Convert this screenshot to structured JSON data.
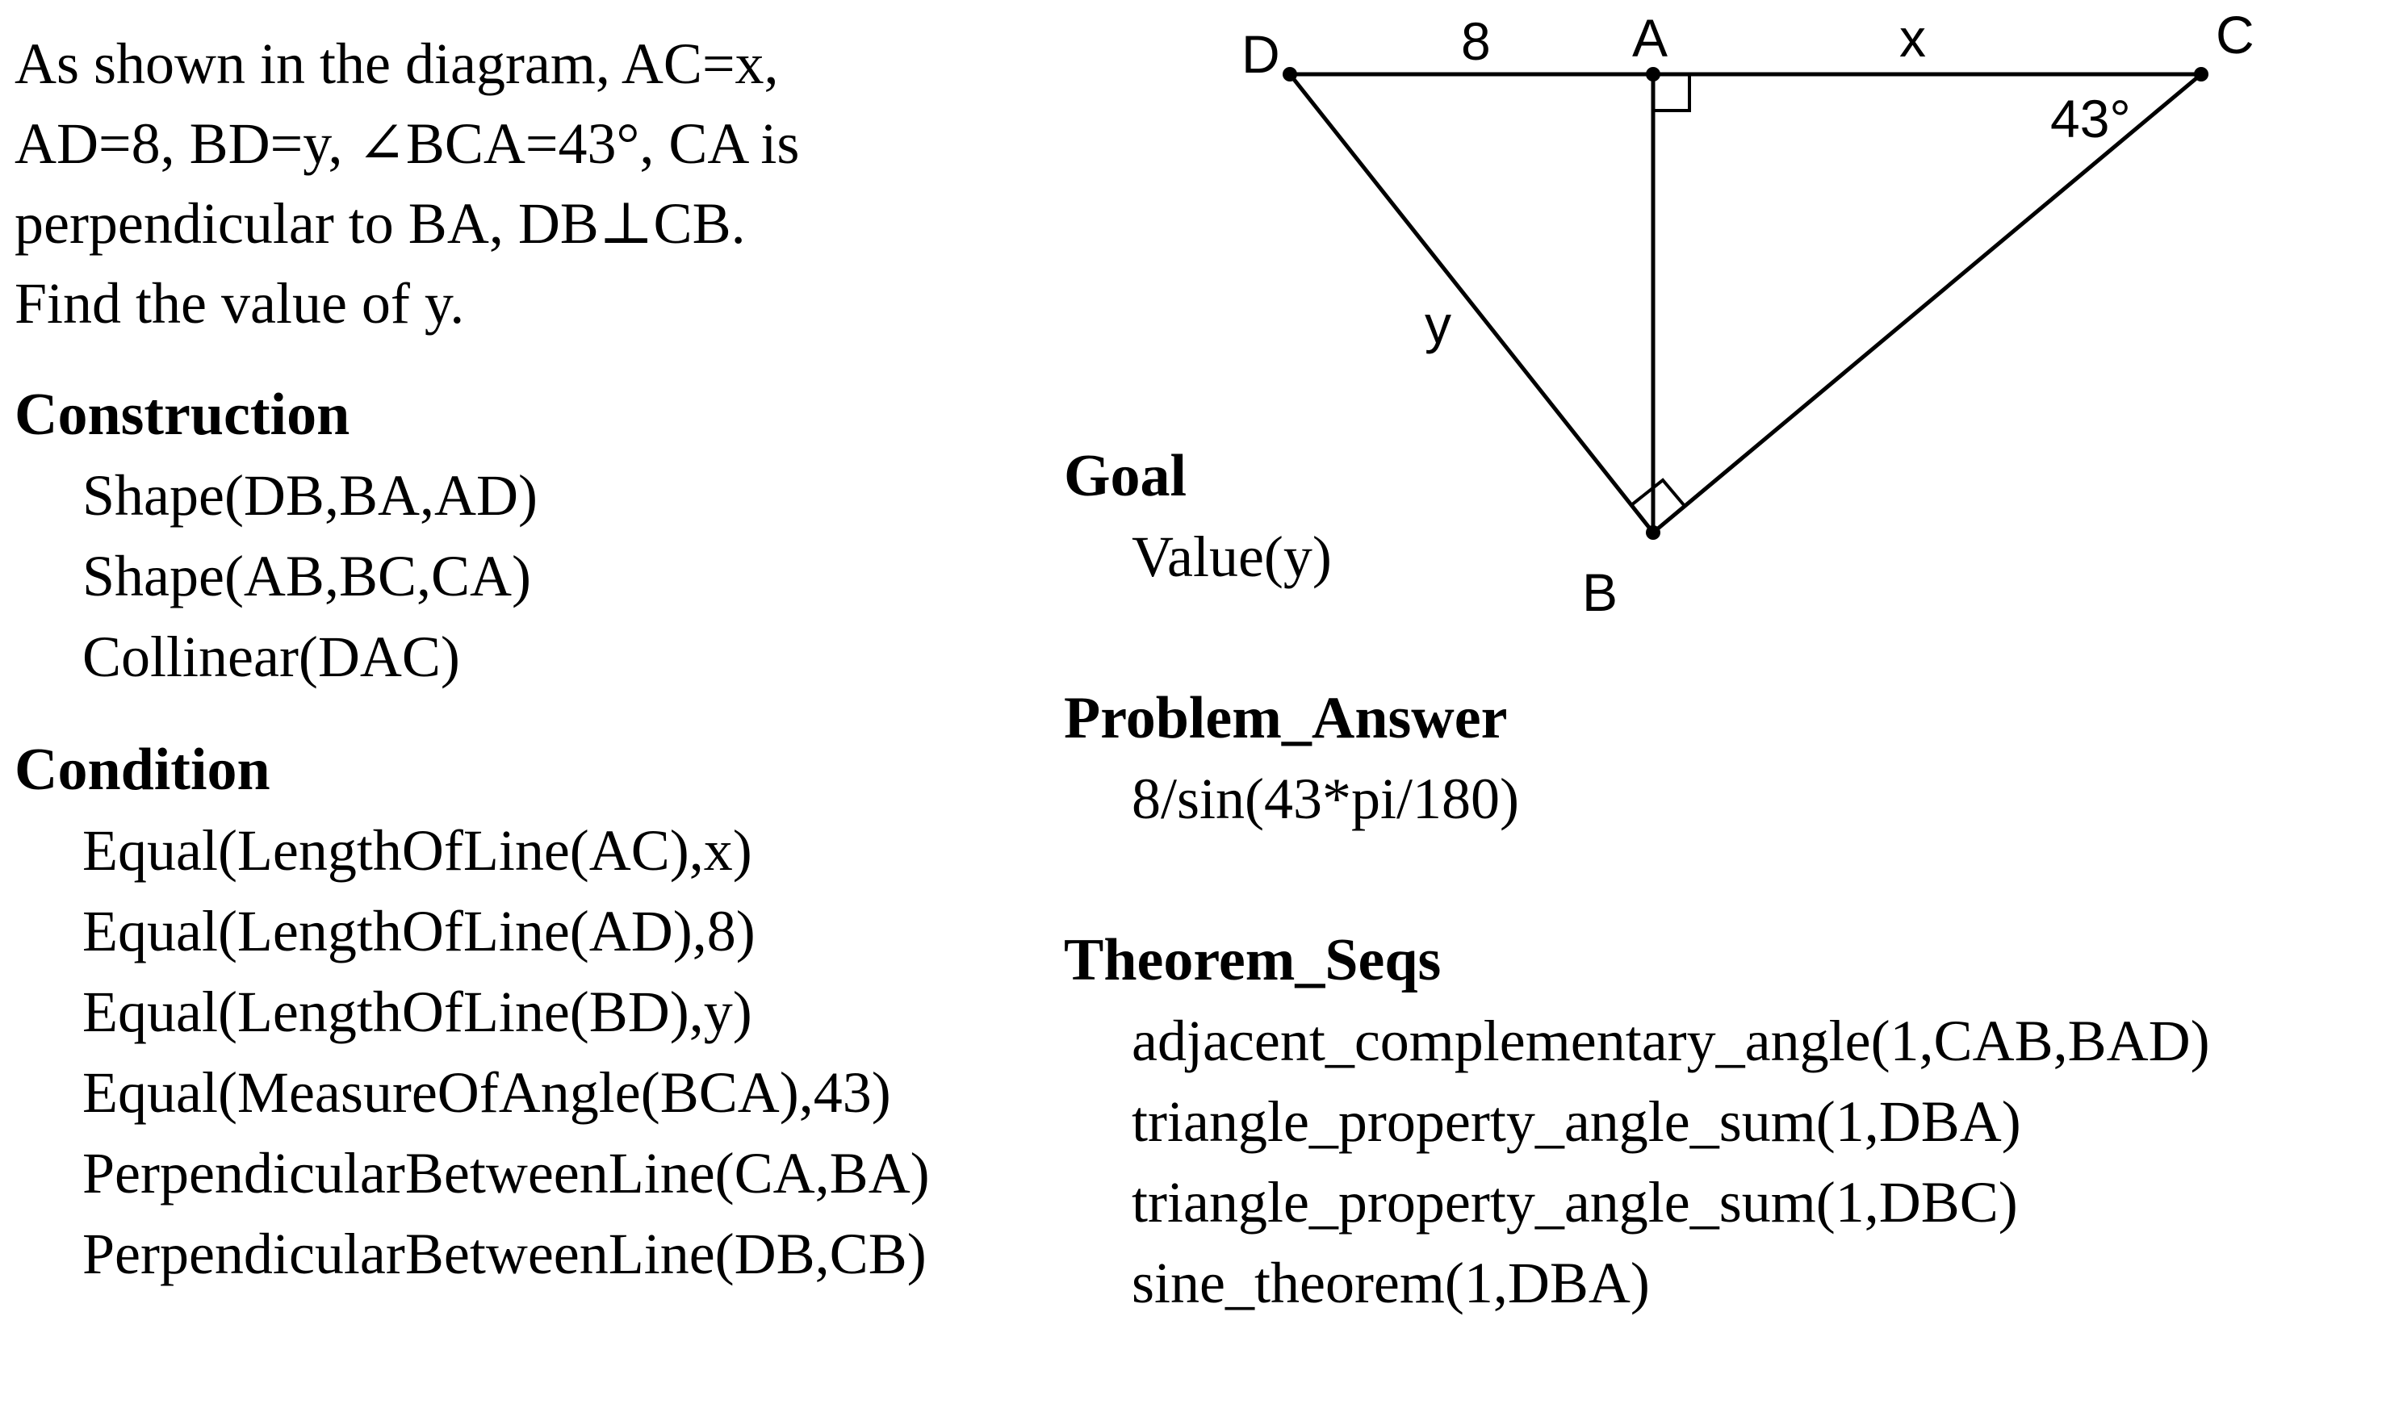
{
  "problem": {
    "lines": [
      "As shown in the diagram, AC=x,",
      "AD=8, BD=y, ∠BCA=43°, CA is",
      "perpendicular to BA, DB⊥CB.",
      "Find the value of y."
    ]
  },
  "construction": {
    "title": "Construction",
    "items": [
      "Shape(DB,BA,AD)",
      "Shape(AB,BC,CA)",
      "Collinear(DAC)"
    ]
  },
  "condition": {
    "title": "Condition",
    "items": [
      "Equal(LengthOfLine(AC),x)",
      "Equal(LengthOfLine(AD),8)",
      "Equal(LengthOfLine(BD),y)",
      "Equal(MeasureOfAngle(BCA),43)",
      "PerpendicularBetweenLine(CA,BA)",
      "PerpendicularBetweenLine(DB,CB)"
    ]
  },
  "goal": {
    "title": "Goal",
    "items": [
      "Value(y)"
    ]
  },
  "answer": {
    "title": "Problem_Answer",
    "items": [
      "8/sin(43*pi/180)"
    ]
  },
  "theorems": {
    "title": "Theorem_Seqs",
    "items": [
      "adjacent_complementary_angle(1,CAB,BAD)",
      "triangle_property_angle_sum(1,DBA)",
      "triangle_property_angle_sum(1,DBC)",
      "sine_theorem(1,DBA)"
    ]
  },
  "diagram": {
    "points": {
      "D": "D",
      "A": "A",
      "C": "C",
      "B": "B"
    },
    "segment_labels": {
      "DA": "8",
      "AC": "x",
      "DB": "y"
    },
    "angle_label": "43°"
  }
}
